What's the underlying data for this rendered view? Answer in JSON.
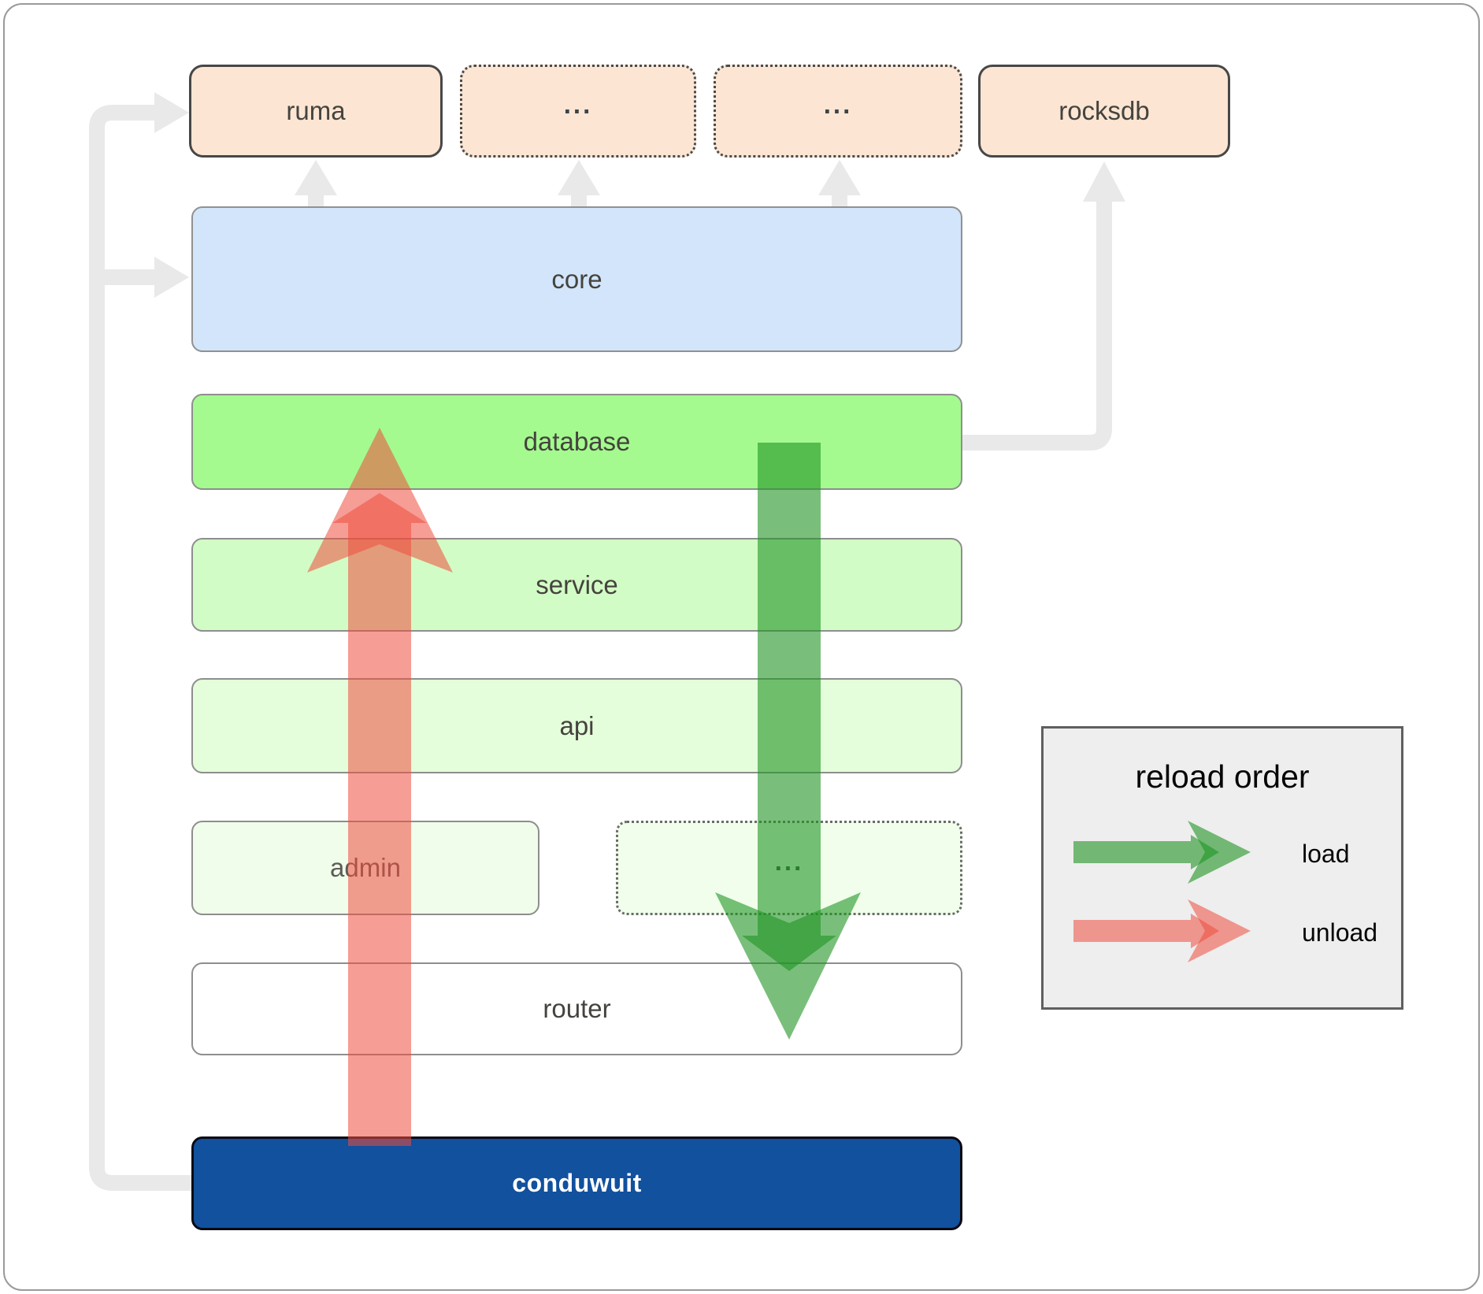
{
  "nodes": {
    "ruma": {
      "label": "ruma"
    },
    "ellipsis1": {
      "label": "..."
    },
    "ellipsis2": {
      "label": "..."
    },
    "rocksdb": {
      "label": "rocksdb"
    },
    "core": {
      "label": "core"
    },
    "database": {
      "label": "database"
    },
    "service": {
      "label": "service"
    },
    "api": {
      "label": "api"
    },
    "admin": {
      "label": "admin"
    },
    "ellipsis3": {
      "label": "..."
    },
    "router": {
      "label": "router"
    },
    "conduwuit": {
      "label": "conduwuit"
    }
  },
  "legend": {
    "title": "reload order",
    "items": [
      {
        "label": "load",
        "color": "#1f9423"
      },
      {
        "label": "unload",
        "color": "#ef4d3e"
      }
    ]
  },
  "colors": {
    "module_peach": "#fce5d3",
    "core_blue": "#d2e5fa",
    "database_green": "#a4fa8e",
    "service_green": "#d2fcc5",
    "api_green": "#e4fdda",
    "admin_green": "#effdea",
    "conduwuit_blue": "#11519e",
    "connector_gray": "#e9e9e9",
    "load_green": "#1f9423",
    "unload_red": "#ef4d3e",
    "legend_bg": "#eeeeee"
  }
}
